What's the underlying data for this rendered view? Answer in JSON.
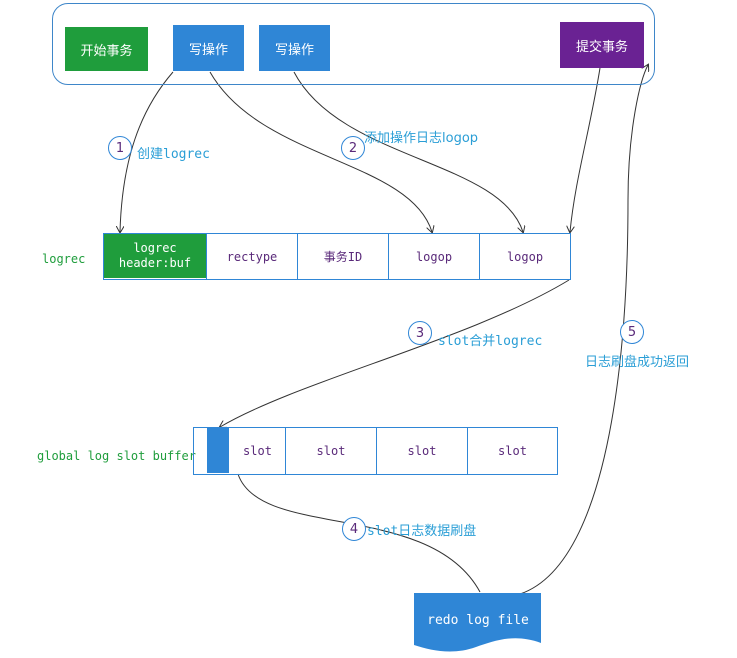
{
  "transaction": {
    "begin": "开始事务",
    "write1": "写操作",
    "write2": "写操作",
    "commit": "提交事务"
  },
  "logrec": {
    "row_label": "logrec",
    "header_line1": "logrec",
    "header_line2": "header:buf",
    "cells": [
      "rectype",
      "事务ID",
      "logop",
      "logop"
    ]
  },
  "slot_buffer": {
    "row_label": "global log slot buffer",
    "slots": [
      "slot",
      "slot",
      "slot",
      "slot"
    ]
  },
  "redo": {
    "label": "redo log file"
  },
  "steps": [
    {
      "num": "1",
      "text": "创建logrec"
    },
    {
      "num": "2",
      "text": "添加操作日志logop"
    },
    {
      "num": "3",
      "text": "slot合并logrec"
    },
    {
      "num": "4",
      "text": "slot日志数据刷盘"
    },
    {
      "num": "5",
      "text": "日志刷盘成功返回"
    }
  ],
  "colors": {
    "green": "#1f9d3c",
    "blue": "#2f86d6",
    "purple": "#6a2293",
    "step_text": "#2a9ed6"
  }
}
